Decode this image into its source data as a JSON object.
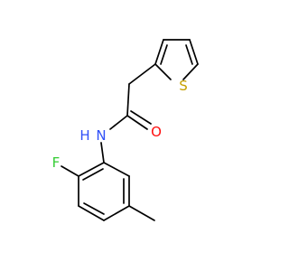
{
  "molecule": {
    "atoms": {
      "oxygen": {
        "symbol": "O",
        "color": "#ff0d0d"
      },
      "nitrogen": {
        "symbol": "N",
        "color": "#3050f8"
      },
      "hydrogen": {
        "symbol": "H",
        "color": "#3050f8"
      },
      "sulfur": {
        "symbol": "S",
        "color": "#c6a000"
      },
      "fluorine": {
        "symbol": "F",
        "color": "#33cc33"
      }
    },
    "bond_color": "#000000",
    "background": "#ffffff"
  }
}
